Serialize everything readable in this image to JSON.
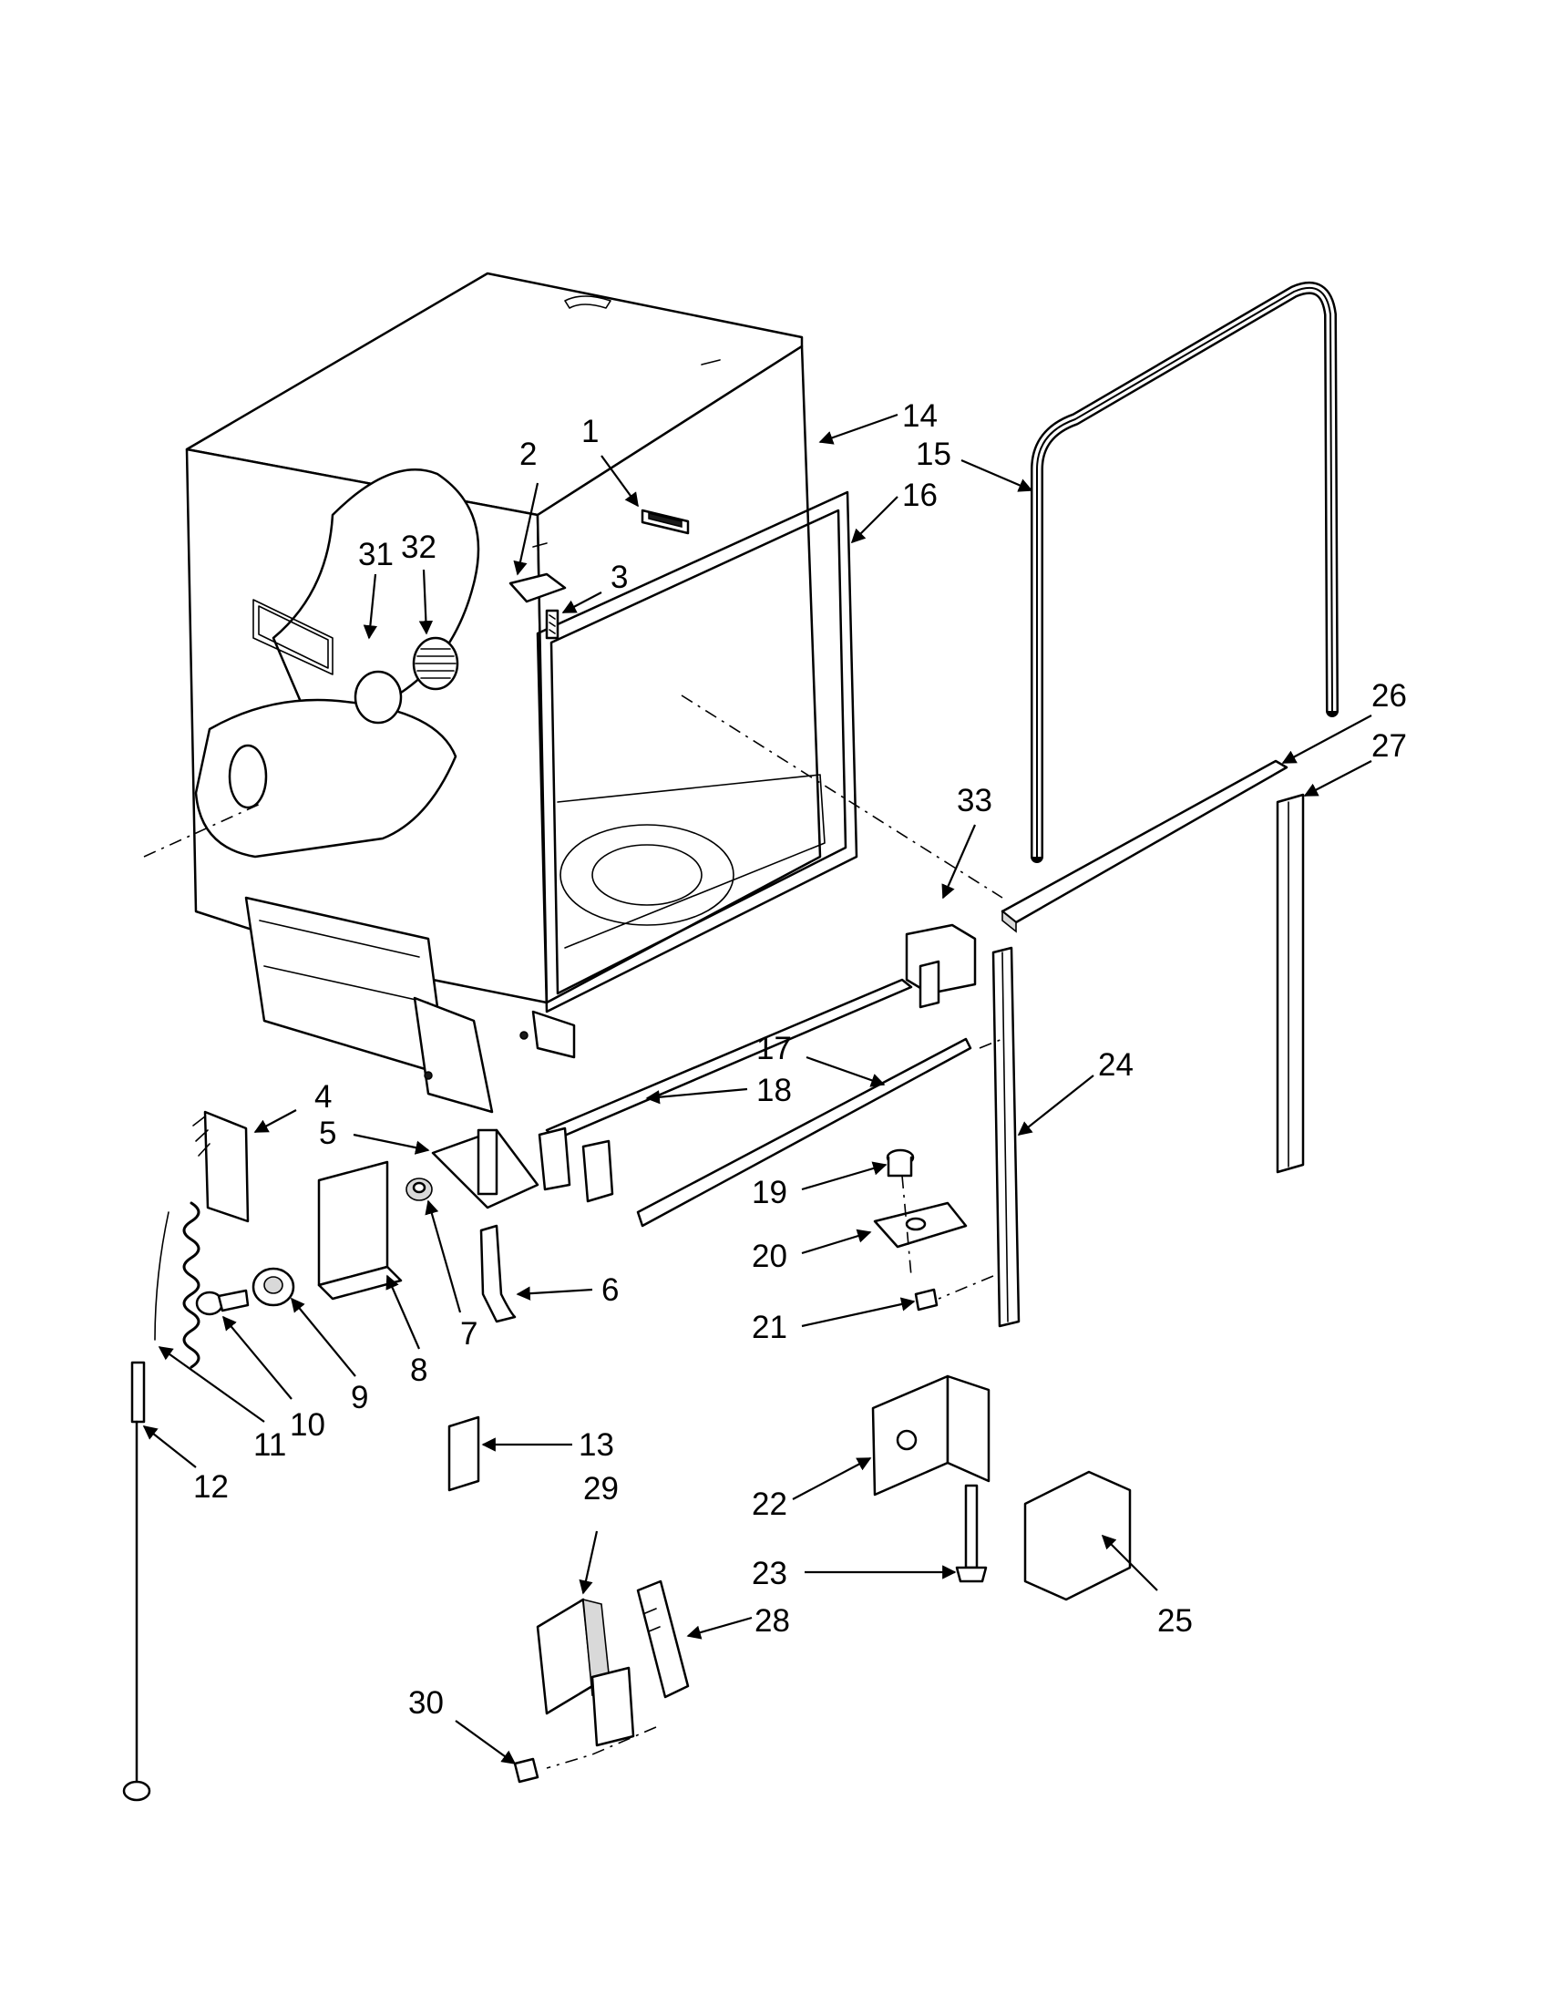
{
  "diagram": {
    "type": "exploded-parts-view",
    "callouts": [
      {
        "id": "c1",
        "label": "1"
      },
      {
        "id": "c2",
        "label": "2"
      },
      {
        "id": "c3",
        "label": "3"
      },
      {
        "id": "c4",
        "label": "4"
      },
      {
        "id": "c5",
        "label": "5"
      },
      {
        "id": "c6",
        "label": "6"
      },
      {
        "id": "c7",
        "label": "7"
      },
      {
        "id": "c8",
        "label": "8"
      },
      {
        "id": "c9",
        "label": "9"
      },
      {
        "id": "c10",
        "label": "10"
      },
      {
        "id": "c11",
        "label": "11"
      },
      {
        "id": "c12",
        "label": "12"
      },
      {
        "id": "c13",
        "label": "13"
      },
      {
        "id": "c14",
        "label": "14"
      },
      {
        "id": "c15",
        "label": "15"
      },
      {
        "id": "c16",
        "label": "16"
      },
      {
        "id": "c17",
        "label": "17"
      },
      {
        "id": "c18",
        "label": "18"
      },
      {
        "id": "c19",
        "label": "19"
      },
      {
        "id": "c20",
        "label": "20"
      },
      {
        "id": "c21",
        "label": "21"
      },
      {
        "id": "c22",
        "label": "22"
      },
      {
        "id": "c23",
        "label": "23"
      },
      {
        "id": "c24",
        "label": "24"
      },
      {
        "id": "c25",
        "label": "25"
      },
      {
        "id": "c26",
        "label": "26"
      },
      {
        "id": "c27",
        "label": "27"
      },
      {
        "id": "c28",
        "label": "28"
      },
      {
        "id": "c29",
        "label": "29"
      },
      {
        "id": "c30",
        "label": "30"
      },
      {
        "id": "c31",
        "label": "31"
      },
      {
        "id": "c32",
        "label": "32"
      },
      {
        "id": "c33",
        "label": "33"
      }
    ]
  }
}
